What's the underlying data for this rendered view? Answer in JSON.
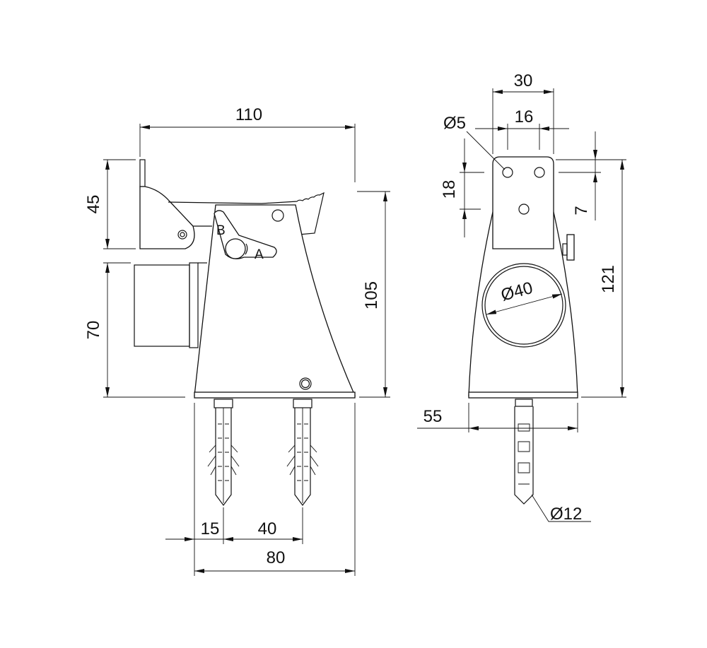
{
  "drawing": {
    "side_view": {
      "dimensions": {
        "overall_width": "110",
        "bracket_height": "45",
        "socket_height": "70",
        "body_height": "105",
        "anchor_offset": "15",
        "anchor_spacing": "40",
        "base_width": "80"
      },
      "lever_labels": {
        "b": "B",
        "a": "A"
      }
    },
    "front_view": {
      "dimensions": {
        "plate_width": "30",
        "hole_spacing": "16",
        "hole_diameter": "Ø5",
        "hole_vertical": "18",
        "hole_offset": "7",
        "overall_height": "121",
        "bore_diameter": "Ø40",
        "base_width": "55",
        "anchor_diameter": "Ø12"
      }
    }
  }
}
